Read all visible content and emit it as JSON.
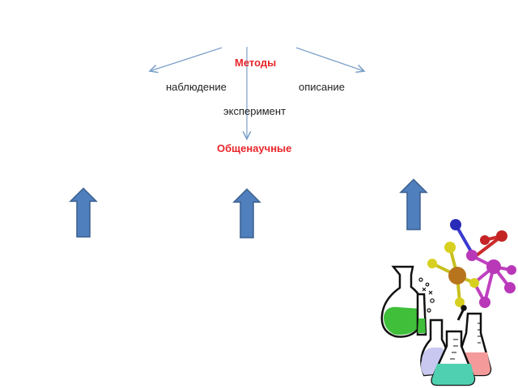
{
  "diagram": {
    "title": "Методы",
    "left_method": "наблюдение",
    "right_method": "описание",
    "center_method": "эксперимент",
    "bottom_label": "Общенаучные"
  },
  "colors": {
    "connector": "#7aa0c8",
    "accent_text": "#e8262b",
    "arrow_fill": "#4f7fbc",
    "arrow_stroke": "#3a5f8f"
  },
  "icons": [
    "up-arrow-icon",
    "chemistry-glassware-icon",
    "molecule-icon"
  ]
}
